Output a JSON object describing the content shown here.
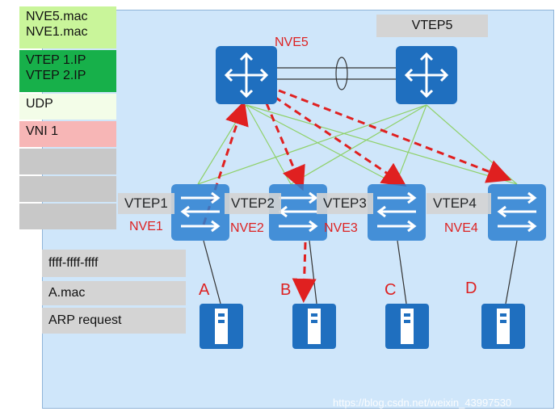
{
  "header_stack": [
    {
      "text": "NVE5.mac\nNVE1.mac",
      "color": "#c9f59a"
    },
    {
      "text": "VTEP 1.IP\nVTEP 2.IP",
      "color": "#17b04a"
    },
    {
      "text": "UDP",
      "color": "#f3fde8"
    },
    {
      "text": "VNI 1",
      "color": "#f7b6b6"
    },
    {
      "text": "",
      "color": "#c8c8c8"
    },
    {
      "text": "",
      "color": "#c8c8c8"
    },
    {
      "text": "",
      "color": "#c8c8c8"
    }
  ],
  "top_vtep_label": "VTEP5",
  "spine_nve_label": "NVE5",
  "vtep_labels": [
    "VTEP1",
    "VTEP2",
    "VTEP3",
    "VTEP4"
  ],
  "nve_labels": [
    "NVE1",
    "NVE2",
    "NVE3",
    "NVE4"
  ],
  "host_labels": [
    "A",
    "B",
    "C",
    "D"
  ],
  "arp_packet": {
    "dest_mac": "ffff-ffff-ffff",
    "src_mac": "A.mac",
    "type": "ARP request"
  },
  "watermark": "https://blog.csdn.net/weixin_43997530",
  "colors": {
    "panel_bg": "#cfe6fa",
    "device_blue": "#1f6fbf",
    "arrow_red": "#e02020",
    "link_green": "#8fd16a",
    "label_red": "#d22222"
  }
}
